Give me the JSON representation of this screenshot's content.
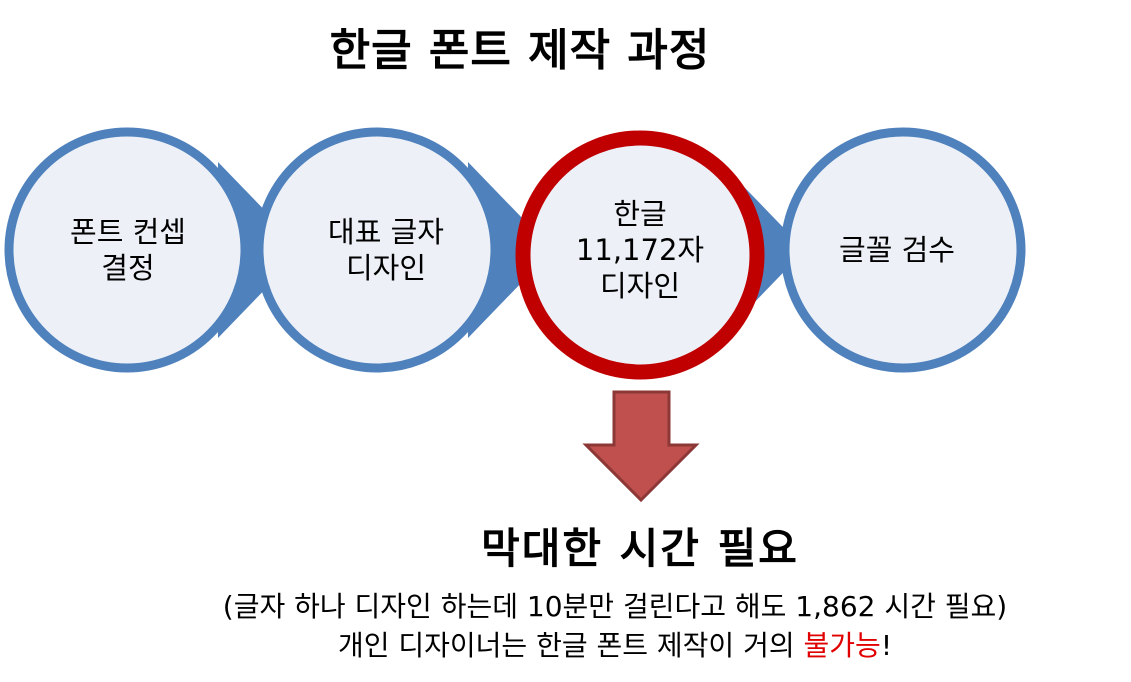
{
  "title": "한글 폰트 제작 과정",
  "steps": [
    {
      "lines": [
        "폰트 컨셉",
        "결정"
      ]
    },
    {
      "lines": [
        "대표 글자",
        "디자인"
      ]
    },
    {
      "lines": [
        "한글",
        "11,172자",
        "디자인"
      ]
    },
    {
      "lines": [
        "글꼴 검수"
      ]
    }
  ],
  "highlight_step": 3,
  "headline": "막대한 시간 필요",
  "note_line1": "(글자 하나 디자인 하는데 10분만 걸린다고 해도 1,862 시간 필요)",
  "note_line2_prefix": "개인 디자이너는 한글 폰트 제작이 거의 ",
  "note_line2_highlight": "불가능",
  "note_line2_suffix": "!",
  "colors": {
    "circle_fill": "#edf1f7",
    "circle_stroke": "#4f81bd",
    "highlight_stroke": "#c00000",
    "arrow_fill": "#c0504d",
    "arrow_stroke": "#8c3836",
    "warn_text": "#e00000"
  }
}
